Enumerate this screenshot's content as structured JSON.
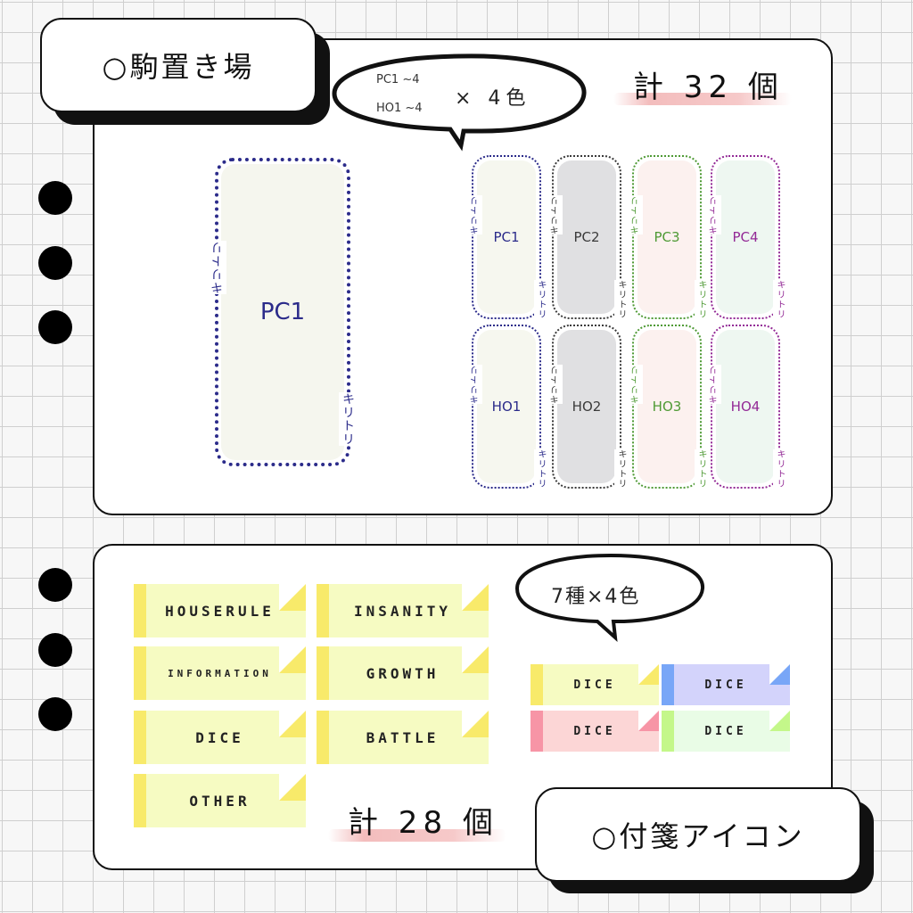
{
  "section1": {
    "title": "○駒置き場",
    "bubble_line1": "PC1 ~4",
    "bubble_line2": "HO1 ~4",
    "bubble_mult": "× 4色",
    "count": "計 32 個",
    "big_piece": {
      "label": "PC1",
      "cut_text": "キリトリ",
      "color": "#2b2b8a",
      "fill": "#f5f6ee"
    },
    "pieces": [
      {
        "label": "PC1",
        "color": "#2b2b8a",
        "fill": "#f6f7ef"
      },
      {
        "label": "PC2",
        "color": "#3a3a3a",
        "fill": "#e0e0e2"
      },
      {
        "label": "PC3",
        "color": "#4f9a35",
        "fill": "#fcf1ef"
      },
      {
        "label": "PC4",
        "color": "#932a96",
        "fill": "#eef7f1"
      },
      {
        "label": "HO1",
        "color": "#2b2b8a",
        "fill": "#f6f7ef"
      },
      {
        "label": "HO2",
        "color": "#3a3a3a",
        "fill": "#e0e0e2"
      },
      {
        "label": "HO3",
        "color": "#4f9a35",
        "fill": "#fcf1ef"
      },
      {
        "label": "HO4",
        "color": "#932a96",
        "fill": "#eef7f1"
      }
    ],
    "cut_text": "キリトリ"
  },
  "section2": {
    "title": "○付箋アイコン",
    "bubble": "7種×4色",
    "count": "計 28 個",
    "stickies": [
      "HOUSERULE",
      "INSANITY",
      "INFORMATION",
      "GROWTH",
      "DICE",
      "BATTLE",
      "OTHER"
    ],
    "sticky_colors": {
      "body": "#f6fbc2",
      "strip": "#f8ea6a"
    },
    "variants": [
      {
        "label": "DICE",
        "body": "#f6fbc2",
        "strip": "#f8ea6a"
      },
      {
        "label": "DICE",
        "body": "#d3d3fb",
        "strip": "#78a6f7"
      },
      {
        "label": "DICE",
        "body": "#fcd6d6",
        "strip": "#f795a6"
      },
      {
        "label": "DICE",
        "body": "#e9fce6",
        "strip": "#c4f78a"
      }
    ]
  }
}
